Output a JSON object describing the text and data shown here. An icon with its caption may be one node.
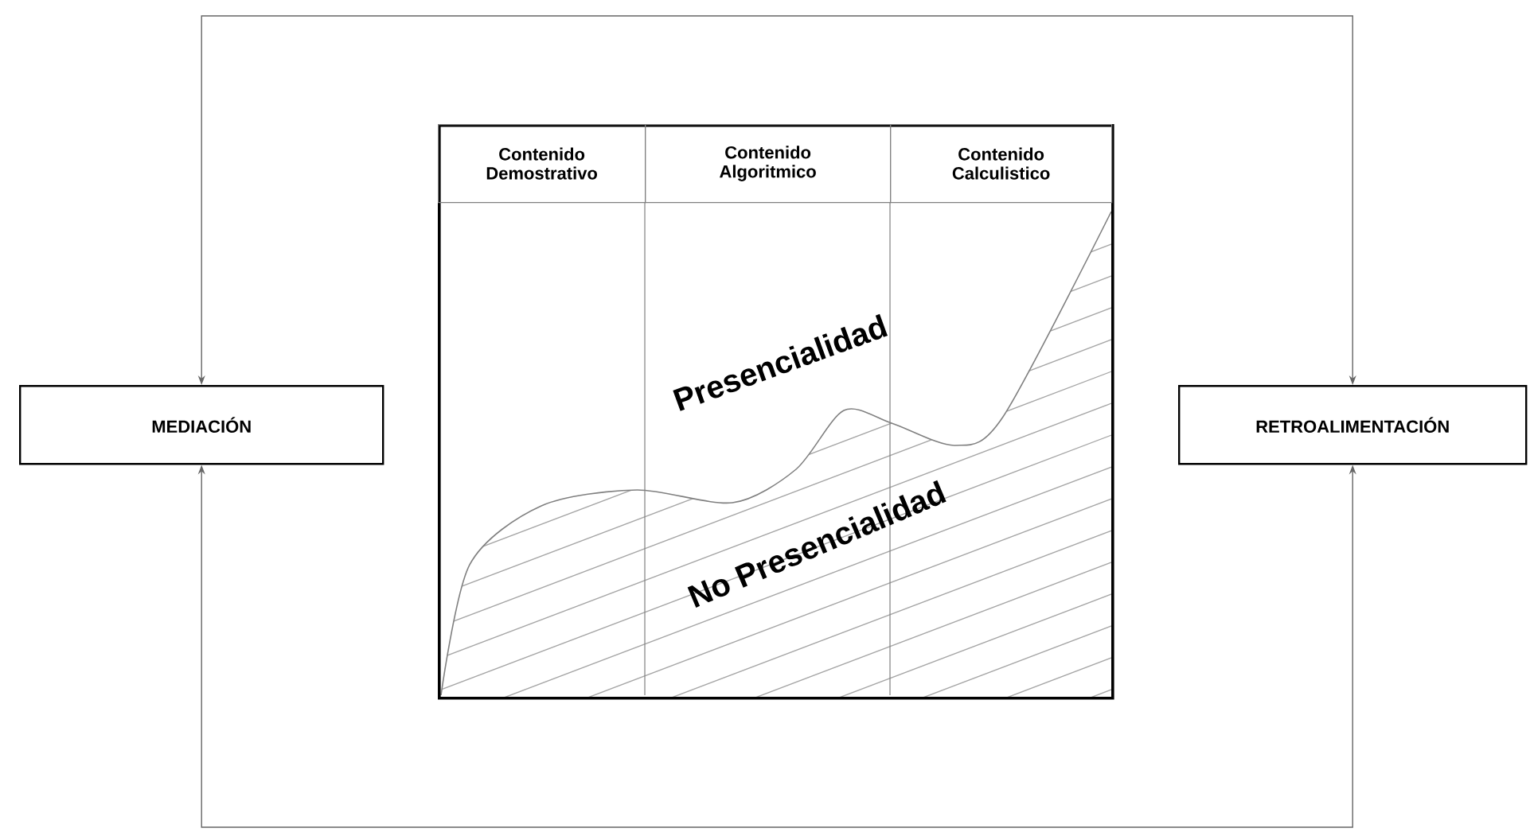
{
  "diagram": {
    "nodes": [
      {
        "text": [
          "MEDIACIÓN"
        ]
      },
      {
        "text": [],
        "shape": "box"
      },
      {
        "text": [
          "Contenido Demostrativo"
        ],
        "in": 1
      },
      {
        "text": [
          "Contenido Algoritmico"
        ],
        "in": 1
      },
      {
        "text": [
          "Contenido Calculistico"
        ],
        "in": 1
      },
      {
        "text": [
          "RETROALIMENTACIÓN"
        ]
      }
    ],
    "edges": [
      {
        "from": 0,
        "to": 5,
        "arrow": "both"
      },
      {
        "from": 0,
        "to": 5,
        "arrow": "both"
      }
    ],
    "labels": [
      "Presencialidad",
      "No Presencialidad"
    ]
  }
}
